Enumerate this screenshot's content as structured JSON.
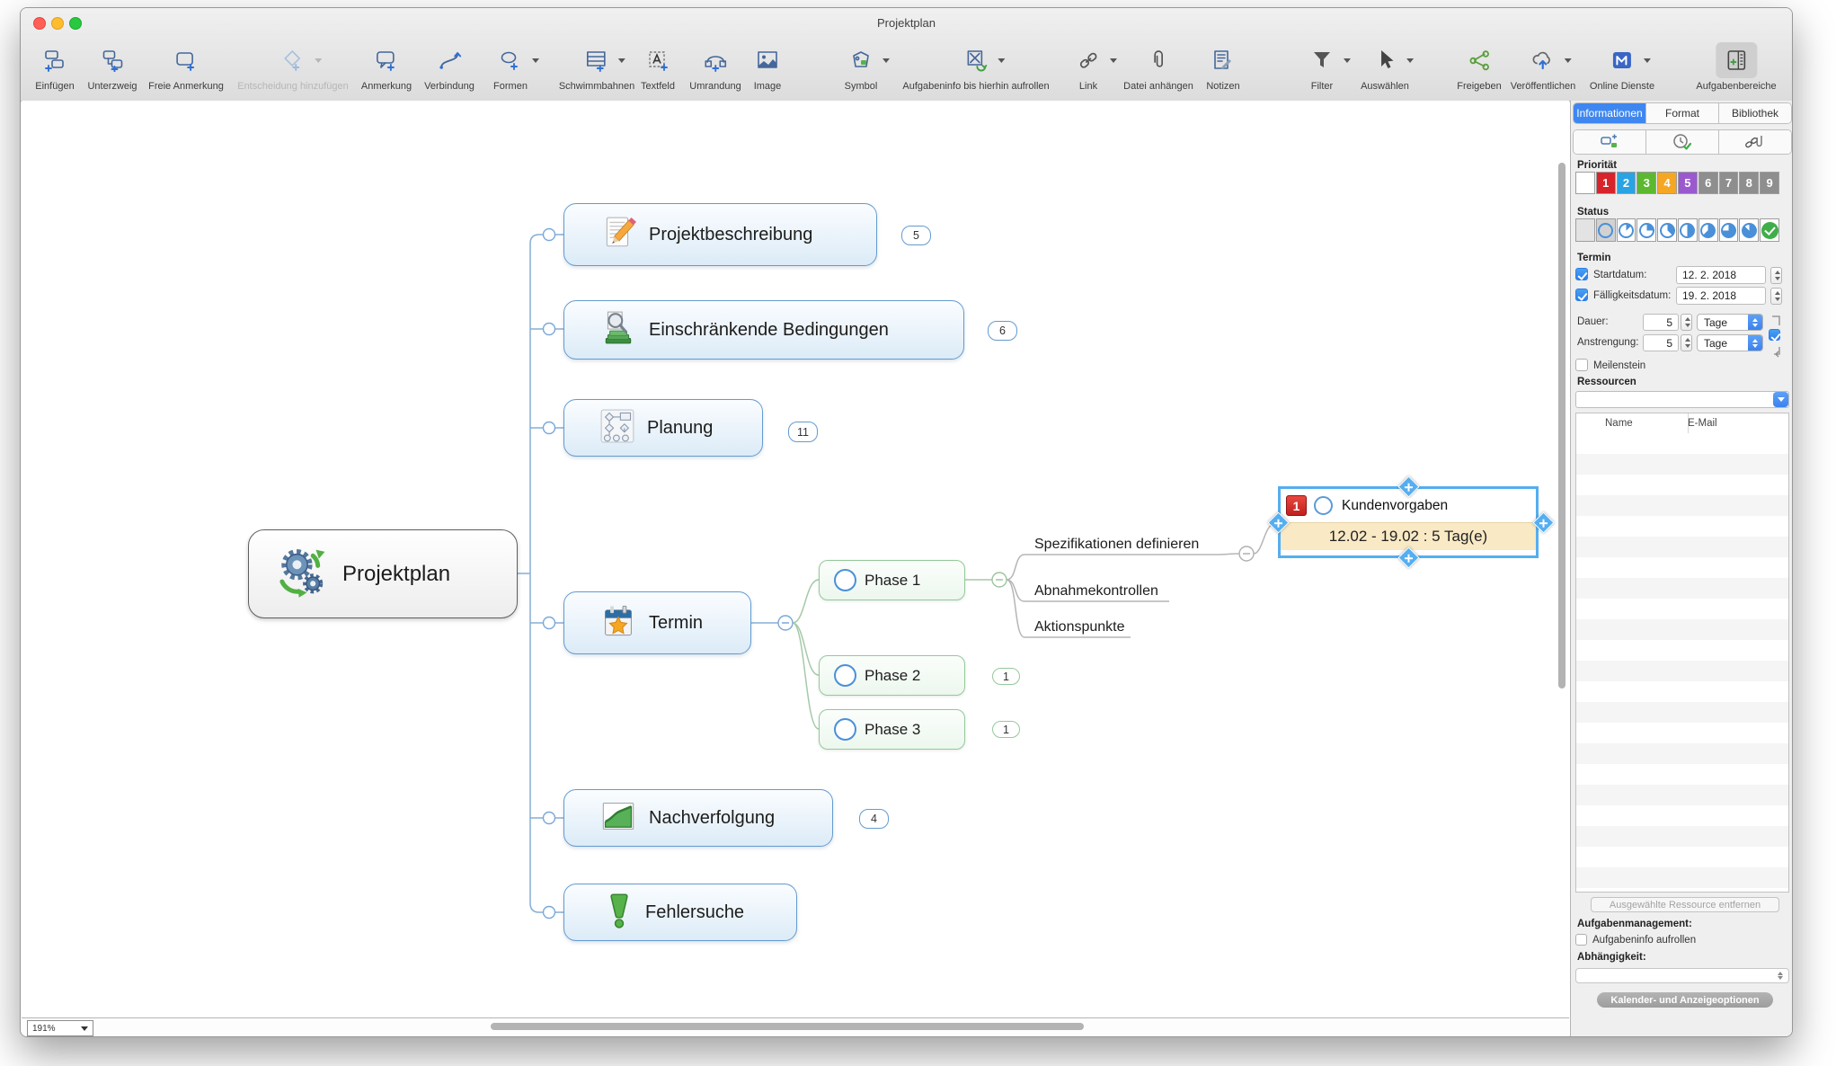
{
  "window": {
    "title": "Projektplan"
  },
  "toolbar": {
    "items": [
      {
        "label": "Einfügen"
      },
      {
        "label": "Unterzweig"
      },
      {
        "label": "Freie Anmerkung"
      },
      {
        "label": "Entscheidung hinzufügen",
        "disabled": true,
        "dropdown": true
      },
      {
        "label": "Anmerkung"
      },
      {
        "label": "Verbindung"
      },
      {
        "label": "Formen",
        "dropdown": true
      },
      {
        "label": "Schwimmbahnen",
        "dropdown": true
      },
      {
        "label": "Textfeld"
      },
      {
        "label": "Umrandung"
      },
      {
        "label": "Image"
      },
      {
        "label": "Symbol",
        "dropdown": true
      },
      {
        "label": "Aufgabeninfo bis hierhin aufrollen",
        "dropdown": true
      },
      {
        "label": "Link",
        "dropdown": true
      },
      {
        "label": "Datei anhängen"
      },
      {
        "label": "Notizen"
      },
      {
        "label": "Filter",
        "dropdown": true
      },
      {
        "label": "Auswählen",
        "dropdown": true
      },
      {
        "label": "Freigeben"
      },
      {
        "label": "Veröffentlichen",
        "dropdown": true
      },
      {
        "label": "Online Dienste",
        "dropdown": true
      },
      {
        "label": "Aufgabenbereiche",
        "active": true
      }
    ]
  },
  "sidebar": {
    "tabs": [
      "Informationen",
      "Format",
      "Bibliothek"
    ],
    "priority": {
      "label": "Priorität",
      "cells": [
        "",
        "1",
        "2",
        "3",
        "4",
        "5",
        "6",
        "7",
        "8",
        "9"
      ],
      "colors": [
        "#ffffff",
        "#d8232a",
        "#29a3e3",
        "#5cb831",
        "#f5a623",
        "#9b59d0",
        "#8e8e8e",
        "#8e8e8e",
        "#8e8e8e",
        "#8e8e8e"
      ]
    },
    "status": {
      "label": "Status",
      "progress_percents": [
        null,
        0,
        12.5,
        25,
        37.5,
        50,
        62.5,
        75,
        87.5,
        100
      ]
    },
    "termin": {
      "label": "Termin",
      "start_label": "Startdatum:",
      "start_value": "12. 2. 2018",
      "due_label": "Fälligkeitsdatum:",
      "due_value": "19. 2. 2018",
      "dauer_label": "Dauer:",
      "dauer_value": "5",
      "dauer_unit": "Tage",
      "anstrengung_label": "Anstrengung:",
      "anstrengung_value": "5",
      "anstrengung_unit": "Tage",
      "meilenstein_label": "Meilenstein"
    },
    "ressourcen": {
      "label": "Ressourcen",
      "col_name": "Name",
      "col_email": "E-Mail",
      "remove_button": "Ausgewählte Ressource entfernen"
    },
    "aufgaben": {
      "label": "Aufgabenmanagement:",
      "rollup_label": "Aufgabeninfo aufrollen",
      "dependency_label": "Abhängigkeit:",
      "calendar_button": "Kalender- und Anzeigeoptionen"
    }
  },
  "map": {
    "root": "Projektplan",
    "branches": [
      {
        "label": "Projektbeschreibung",
        "badge": "5"
      },
      {
        "label": "Einschränkende Bedingungen",
        "badge": "6"
      },
      {
        "label": "Planung",
        "badge": "11"
      },
      {
        "label": "Termin"
      },
      {
        "label": "Nachverfolgung",
        "badge": "4"
      },
      {
        "label": "Fehlersuche"
      }
    ],
    "phases": [
      {
        "label": "Phase 1"
      },
      {
        "label": "Phase 2",
        "badge": "1"
      },
      {
        "label": "Phase 3",
        "badge": "1"
      }
    ],
    "subtopics": [
      "Spezifikationen definieren",
      "Abnahmekontrollen",
      "Aktionspunkte"
    ],
    "selected": {
      "priority": "1",
      "label": "Kundenvorgaben",
      "dates": "12.02 - 19.02 : 5 Tag(e)"
    }
  },
  "statusbar": {
    "zoom": "191%"
  },
  "colors": {
    "accent": "#3f87f0",
    "selection": "#55aef0",
    "node_blue_border": "#639bd0",
    "node_green_border": "#94c99b",
    "date_bar": "#f9e9c4",
    "status_blue": "#4a90d9"
  }
}
